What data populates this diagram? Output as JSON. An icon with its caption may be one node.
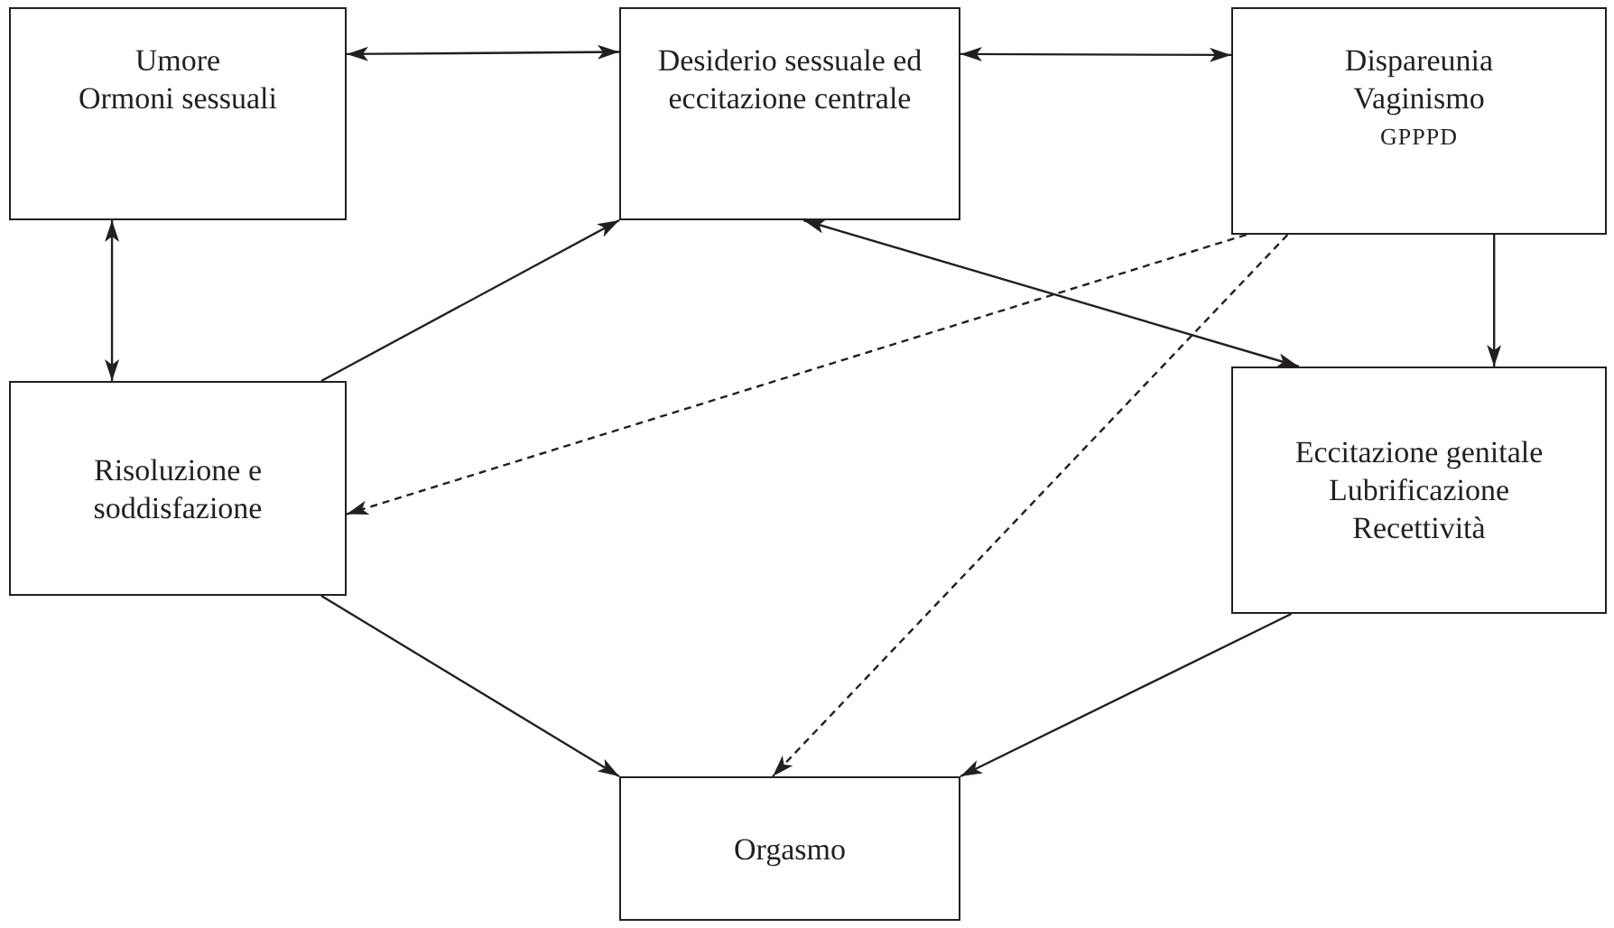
{
  "diagram": {
    "nodes": [
      {
        "text": [
          "Umore",
          "Ormoni sessuali"
        ]
      },
      {
        "text": [
          "Desiderio sessuale ed eccitazione centrale"
        ]
      },
      {
        "text": [
          "Dispareunia",
          "Vaginismo",
          "GPPPD"
        ]
      },
      {
        "text": [
          "Risoluzione e soddisfazione"
        ]
      },
      {
        "text": [
          "Eccitazione genitale",
          "Lubrificazione",
          "Recettività"
        ]
      },
      {
        "text": [
          "Orgasmo"
        ]
      }
    ],
    "edges": [
      {
        "from": 0,
        "to": 1,
        "arrow": "both"
      },
      {
        "from": 1,
        "to": 2,
        "arrow": "both"
      },
      {
        "from": 0,
        "to": 3,
        "arrow": "both"
      },
      {
        "from": 3,
        "to": 1,
        "arrow": "to"
      },
      {
        "from": 1,
        "to": 4,
        "arrow": "both"
      },
      {
        "from": 2,
        "to": 4,
        "arrow": "to"
      },
      {
        "from": 2,
        "to": 3,
        "arrow": "to",
        "style": "dashed"
      },
      {
        "from": 2,
        "to": 5,
        "arrow": "to",
        "style": "dashed"
      },
      {
        "from": 3,
        "to": 5,
        "arrow": "to"
      },
      {
        "from": 4,
        "to": 5,
        "arrow": "to"
      }
    ]
  }
}
